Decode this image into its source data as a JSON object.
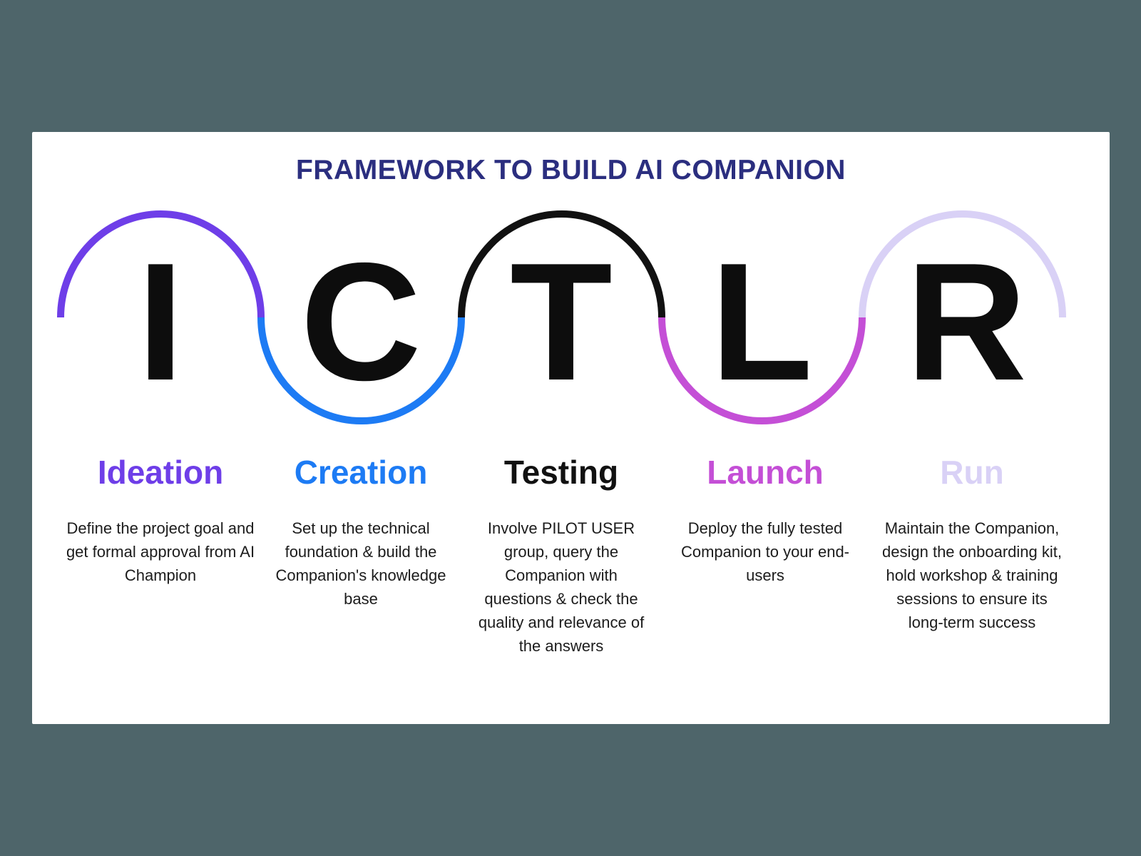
{
  "background_color": "#4e656a",
  "card_color": "#ffffff",
  "title": "FRAMEWORK TO BUILD AI COMPANION",
  "title_color": "#2b2e7f",
  "stages": [
    {
      "letter": "I",
      "label": "Ideation",
      "description": "Define the project goal and get formal approval from AI Champion",
      "color": "#6e3ee8"
    },
    {
      "letter": "C",
      "label": "Creation",
      "description": "Set up the technical foundation & build the Companion's knowledge base",
      "color": "#1d7bf4"
    },
    {
      "letter": "T",
      "label": "Testing",
      "description": "Involve PILOT USER group, query the Companion with questions & check the quality and relevance of the answers",
      "color": "#111111"
    },
    {
      "letter": "L",
      "label": "Launch",
      "description": "Deploy the fully tested Companion to your end-users",
      "color": "#c44fd6"
    },
    {
      "letter": "R",
      "label": "Run",
      "description": "Maintain the Companion, design the onboarding kit, hold workshop & training sessions to ensure its long-term success",
      "color": "#d9d1f6"
    }
  ]
}
